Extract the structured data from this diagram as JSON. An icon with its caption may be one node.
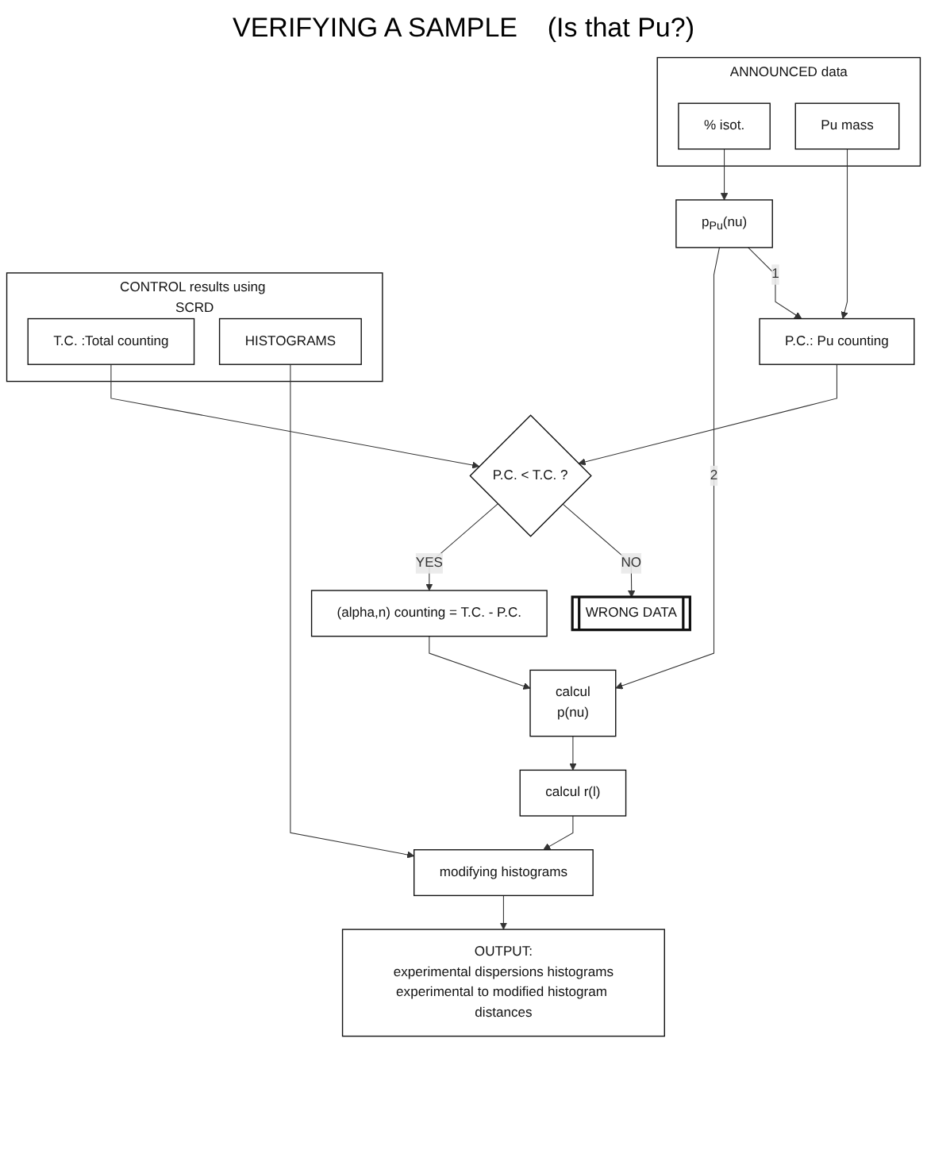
{
  "diagram": {
    "title": "VERIFYING A SAMPLE    (Is that Pu?)",
    "nodes": [
      {
        "text": [
          "ANNOUNCED data"
        ]
      },
      {
        "text": [
          "% isot."
        ],
        "in": 0
      },
      {
        "text": [
          "Pu mass"
        ],
        "in": 0
      },
      {
        "text": [
          "CONTROL results using SCRD"
        ]
      },
      {
        "text": [
          "T.C. :Total counting"
        ],
        "in": 3
      },
      {
        "text": [
          "HISTOGRAMS"
        ],
        "in": 3
      },
      {
        "text": [
          "p$_{Pu}$(nu)"
        ]
      },
      {
        "text": [
          "P.C.: Pu counting"
        ]
      },
      {
        "text": [
          "P.C. < T.C. ?"
        ]
      },
      {
        "text": [
          "WRONG DATA"
        ]
      },
      {
        "text": [
          "calcul",
          "p(nu)"
        ]
      },
      {
        "text": [
          "(alpha,n) counting = T.C. - P.C."
        ]
      },
      {
        "text": [
          "calcul r(l)"
        ]
      },
      {
        "text": [
          "modifying histograms"
        ]
      },
      {
        "text": [
          "OUTPUT:",
          "experimental dispersions histograms",
          "experimental to modified histogram distances"
        ]
      }
    ],
    "edges": [
      {
        "from": 1,
        "to": 6,
        "arrow": "to"
      },
      {
        "from": 2,
        "to": 7,
        "arrow": "to"
      },
      {
        "from": 6,
        "to": 7,
        "arrow": "to",
        "label": "1"
      },
      {
        "from": 6,
        "to": 10,
        "arrow": "to",
        "label": "2"
      },
      {
        "from": 4,
        "to": 8,
        "arrow": "to"
      },
      {
        "from": 7,
        "to": 8,
        "arrow": "to"
      },
      {
        "from": 8,
        "to": 9,
        "arrow": "to",
        "label": "NO"
      },
      {
        "from": 8,
        "to": 11,
        "arrow": "to",
        "label": "YES"
      },
      {
        "from": 11,
        "to": 10,
        "arrow": "to"
      },
      {
        "from": 10,
        "to": 12,
        "arrow": "to"
      },
      {
        "from": 12,
        "to": 13,
        "arrow": "to"
      },
      {
        "from": 5,
        "to": 13,
        "arrow": "to"
      },
      {
        "from": 13,
        "to": 14,
        "arrow": "to"
      }
    ]
  }
}
